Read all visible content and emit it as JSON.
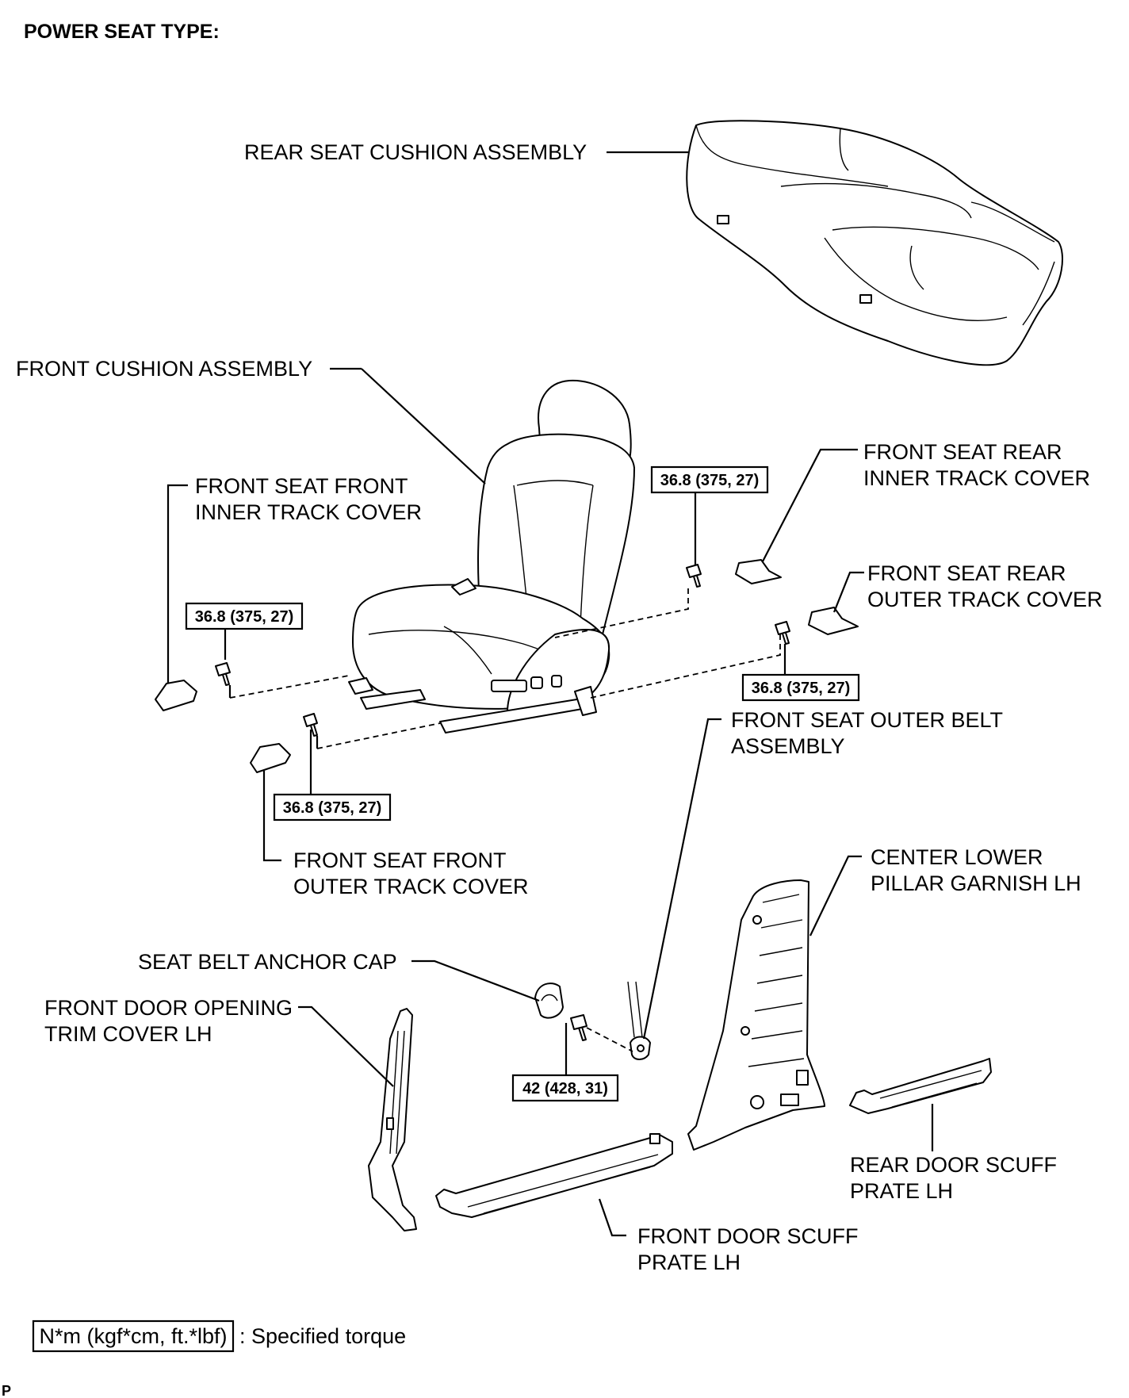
{
  "title": "POWER SEAT TYPE:",
  "labels": {
    "rear_seat_cushion": "REAR SEAT CUSHION ASSEMBLY",
    "front_cushion": "FRONT CUSHION ASSEMBLY",
    "front_front_inner_1": "FRONT SEAT FRONT",
    "front_front_inner_2": "INNER TRACK COVER",
    "rear_inner_1": "FRONT SEAT REAR",
    "rear_inner_2": "INNER TRACK COVER",
    "rear_outer_1": "FRONT SEAT REAR",
    "rear_outer_2": "OUTER TRACK COVER",
    "outer_belt_1": "FRONT SEAT OUTER BELT",
    "outer_belt_2": "ASSEMBLY",
    "front_front_outer_1": "FRONT SEAT FRONT",
    "front_front_outer_2": "OUTER TRACK COVER",
    "center_pillar_1": "CENTER LOWER",
    "center_pillar_2": "PILLAR GARNISH LH",
    "anchor_cap": "SEAT BELT ANCHOR CAP",
    "door_trim_1": "FRONT DOOR OPENING",
    "door_trim_2": "TRIM COVER LH",
    "rear_scuff_1": "REAR DOOR SCUFF",
    "rear_scuff_2": "PRATE LH",
    "front_scuff_1": "FRONT DOOR SCUFF",
    "front_scuff_2": "PRATE LH"
  },
  "torques": {
    "seat_bolt_rear_inner": "36.8 (375, 27)",
    "seat_bolt_front_inner": "36.8 (375, 27)",
    "seat_bolt_rear_outer": "36.8 (375, 27)",
    "seat_bolt_front_outer": "36.8 (375, 27)",
    "anchor_bolt": "42 (428, 31)"
  },
  "legend": {
    "unit": "N*m (kgf*cm, ft.*lbf)",
    "text": ": Specified torque"
  },
  "corner_mark": "P"
}
